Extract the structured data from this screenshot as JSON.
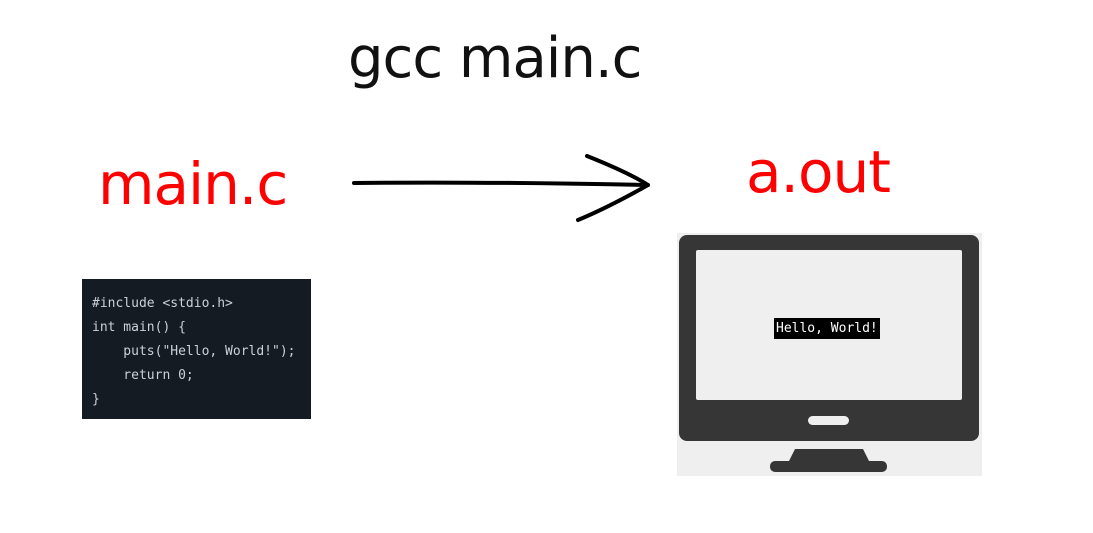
{
  "command": "gcc main.c",
  "source": {
    "filename": "main.c",
    "code_lines": [
      "#include <stdio.h>",
      "int main() {",
      "    puts(\"Hello, World!\");",
      "    return 0;",
      "}"
    ]
  },
  "output": {
    "filename": "a.out",
    "terminal_text": "Hello, World!"
  },
  "colors": {
    "label": "#ff0000",
    "command": "#111111",
    "code_background": "#141b22",
    "code_text": "#c9d1d9",
    "monitor_body": "#363636",
    "monitor_screen": "#efefef"
  },
  "icons": {
    "arrow": "right-arrow-icon",
    "monitor": "monitor-icon"
  }
}
